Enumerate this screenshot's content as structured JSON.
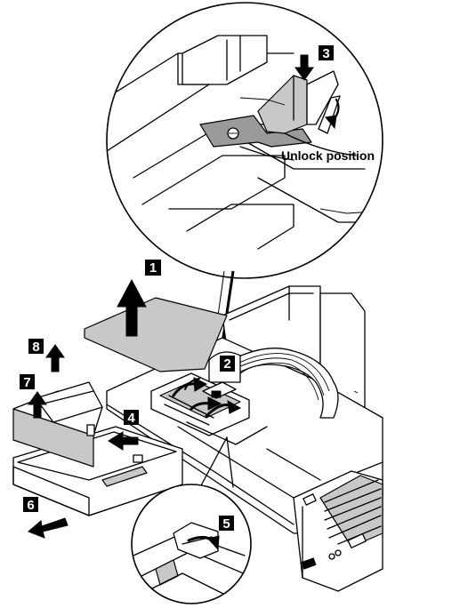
{
  "figure": {
    "caption_unlock": "Unlock position",
    "callouts": [
      {
        "id": "step-1",
        "label": "1"
      },
      {
        "id": "step-2",
        "label": "2"
      },
      {
        "id": "step-3",
        "label": "3"
      },
      {
        "id": "step-4",
        "label": "4"
      },
      {
        "id": "step-5",
        "label": "5"
      },
      {
        "id": "step-6",
        "label": "6"
      },
      {
        "id": "step-7",
        "label": "7"
      },
      {
        "id": "step-8",
        "label": "8"
      }
    ]
  },
  "colors": {
    "ink": "#000000",
    "paper": "#ffffff",
    "shade_light": "#c8c8c8",
    "shade_dark": "#9a9a9a"
  }
}
